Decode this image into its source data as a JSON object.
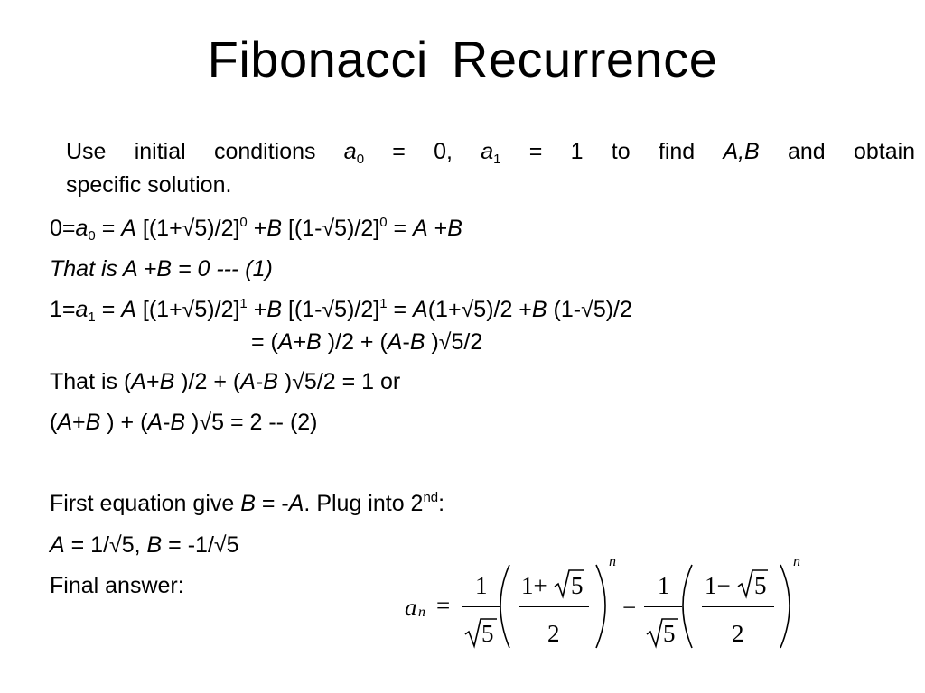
{
  "slide": {
    "title": "Fibonacci  Recurrence"
  },
  "intro": {
    "line1": {
      "w_use": "Use",
      "w_initial": "initial",
      "w_conditions": "conditions",
      "a0_var": "a",
      "a0_sub": "0",
      "a0_eq": "=",
      "a0_val": "0,",
      "a1_var": "a",
      "a1_sub": "1",
      "a1_eq": "=",
      "a1_val": "1",
      "w_to": "to",
      "w_find": "find",
      "ab": "A,B",
      "w_and": "and",
      "w_obtain": "obtain"
    },
    "line2": "specific solution."
  },
  "eq1": {
    "p1": "0=",
    "a": "a",
    "sub": "0",
    "p2": " = ",
    "A": "A",
    "p3": " [(1+√5)/2]",
    "sup1": "0",
    "p4": " +",
    "B": "B",
    "p5": " [(1-√5)/2]",
    "sup2": "0",
    "p6": " = ",
    "A2": "A",
    "p7": " +",
    "B2": "B"
  },
  "that1": "That is A +B = 0 --- (1)",
  "eq2": {
    "p1": "1=",
    "a": "a",
    "sub": "1",
    "p2": " = ",
    "A": "A",
    "p3": " [(1+√5)/2]",
    "sup1": "1",
    "p4": " +",
    "B": "B",
    "p5": " [(1-√5)/2]",
    "sup2": "1",
    "p6": " = ",
    "A2": "A",
    "p7": "(1+√5)/2 +",
    "B2": "B",
    "p8": " (1-√5)/2"
  },
  "eq2b": {
    "p1": "= (",
    "A": "A",
    "p2": "+",
    "B": "B",
    "p3": " )/2 + (",
    "A2": "A",
    "p4": "-",
    "B2": "B",
    "p5": " )√5/2"
  },
  "that2": {
    "p1": "That is (",
    "A": "A",
    "p2": "+",
    "B": "B",
    "p3": " )/2 + (",
    "A2": "A",
    "p4": "-",
    "B2": "B",
    "p5": " )√5/2 = 1 or"
  },
  "eq3": {
    "p1": "(",
    "A": "A",
    "p2": "+",
    "B": "B",
    "p3": " ) + (",
    "A2": "A",
    "p4": "-",
    "B2": "B",
    "p5": " )√5 = 2  -- (2)"
  },
  "first": {
    "p1": "First equation give ",
    "B": "B",
    "p2": " = -",
    "A": "A",
    "p3": ". Plug into 2",
    "sup": "nd",
    "p4": ":"
  },
  "sol": {
    "A": "A",
    "p1": " = 1/√5, ",
    "B": "B",
    "p2": " = -1/√5"
  },
  "final_label": "Final answer:",
  "formula": {
    "a": "a",
    "n_sub": "n",
    "eq": "=",
    "one_a": "1",
    "five_a": "5",
    "num1": "1+",
    "five_b": "5",
    "two_a": "2",
    "exp1": "n",
    "minus": "−",
    "one_b": "1",
    "five_c": "5",
    "num2": "1−",
    "five_d": "5",
    "two_b": "2",
    "exp2": "n"
  }
}
